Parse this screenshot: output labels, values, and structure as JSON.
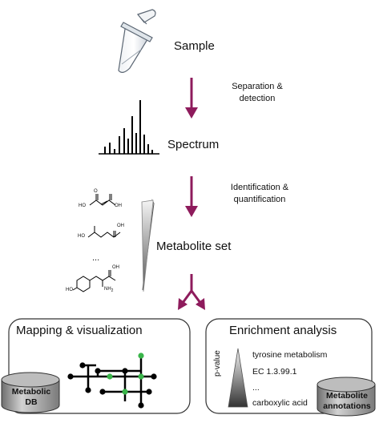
{
  "stages": {
    "sample": "Sample",
    "spectrum": "Spectrum",
    "metabolite_set": "Metabolite set"
  },
  "steps": {
    "separation_line1": "Separation &",
    "separation_line2": "detection",
    "identification_line1": "Identification &",
    "identification_line2": "quantification"
  },
  "molecules": {
    "hydroxyl_label": "OH",
    "ho_label": "HO",
    "o_label": "O",
    "oh_label": "OH",
    "nh2_label": "NH",
    "nh2_sub": "2",
    "ellipsis": "..."
  },
  "mapping_box": {
    "title": "Mapping & visualization",
    "db_line1": "Metabolic",
    "db_line2": "DB"
  },
  "enrichment_box": {
    "title": "Enrichment analysis",
    "axis_label": "p-value",
    "items": [
      "tyrosine metabolism",
      "EC 1.3.99.1",
      "...",
      "carboxylic acid"
    ],
    "db_line1": "Metabolite",
    "db_line2": "annotations"
  },
  "colors": {
    "arrow": "#8e1b5c",
    "node_green": "#3ab54a",
    "node_black": "#000000",
    "box_border": "#333333"
  }
}
